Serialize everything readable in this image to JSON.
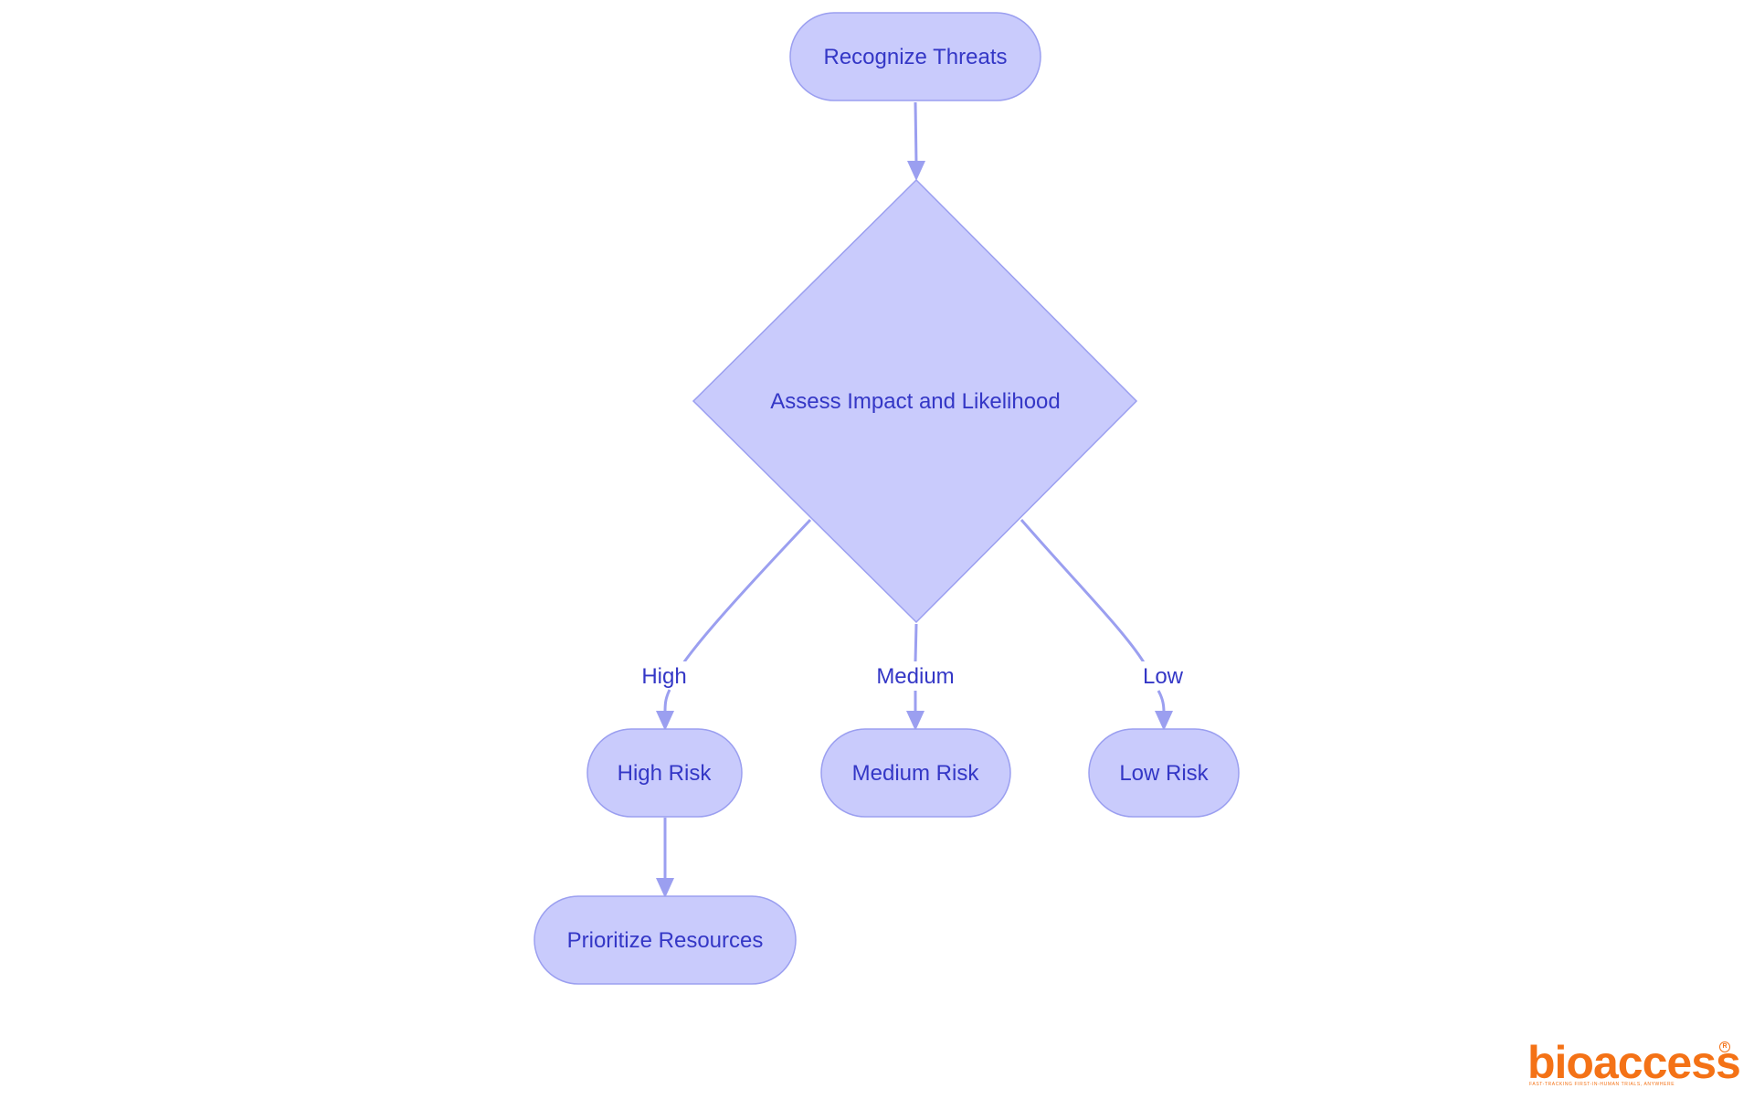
{
  "diagram": {
    "nodes": {
      "recognize_threats": "Recognize Threats",
      "assess": "Assess Impact and Likelihood",
      "high_risk": "High Risk",
      "medium_risk": "Medium Risk",
      "low_risk": "Low Risk",
      "prioritize": "Prioritize Resources"
    },
    "edge_labels": {
      "high": "High",
      "medium": "Medium",
      "low": "Low"
    }
  },
  "logo": {
    "wordmark": "bioaccess",
    "registered": "R",
    "tagline": "FAST-TRACKING FIRST-IN-HUMAN TRIALS, ANYWHERE"
  },
  "colors": {
    "node_fill": "#c9cbfc",
    "node_stroke": "#9b9ff0",
    "text": "#3437c6",
    "brand_orange": "#f47216"
  }
}
